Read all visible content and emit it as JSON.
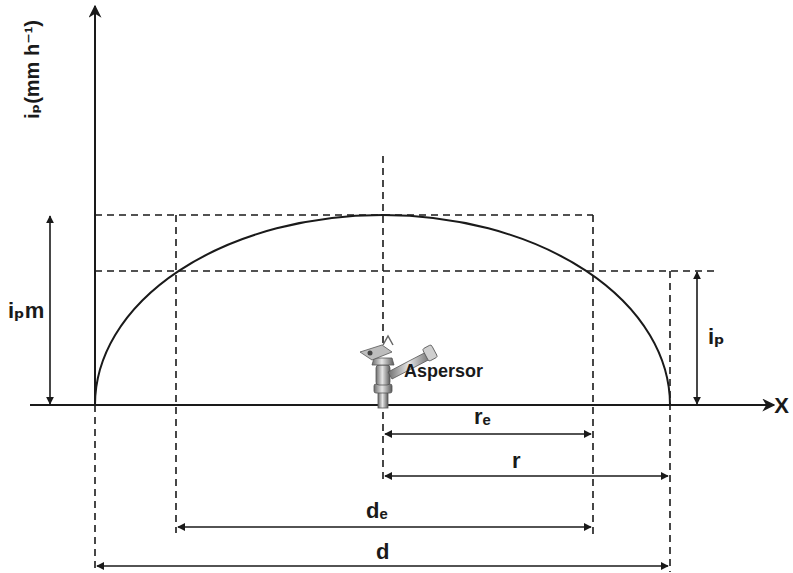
{
  "diagram": {
    "labels": [
      "iₚ(mm h⁻¹)",
      "iₚm",
      "iₚ",
      "Aspersor",
      "rₑ",
      "r",
      "dₑ",
      "d",
      "X"
    ]
  }
}
